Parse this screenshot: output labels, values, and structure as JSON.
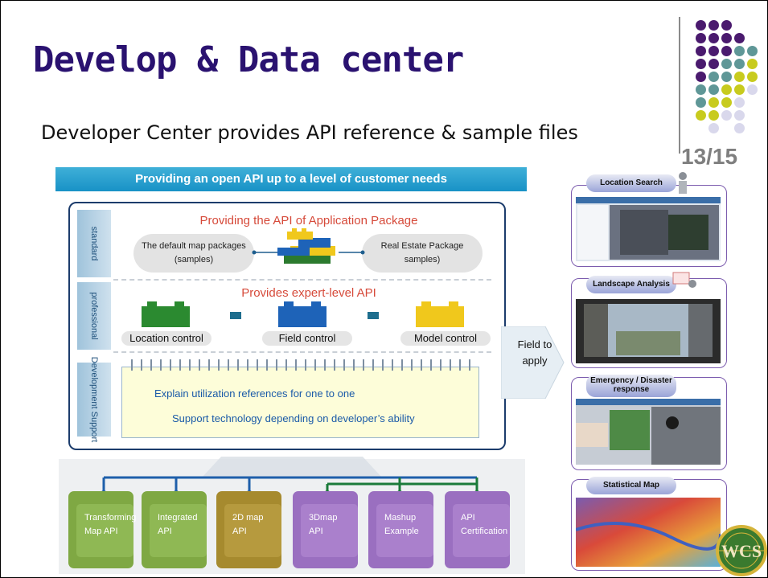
{
  "header": {
    "title": "Develop & Data center",
    "subtitle": "Developer Center provides API reference & sample files",
    "page_number": "13/15"
  },
  "colors": {
    "title": "#2a1270",
    "banner": "#1892c6",
    "dot_purple": "#4a1a6e",
    "dot_teal": "#5f9797",
    "dot_yellow": "#c8cb1e",
    "dot_lavender": "#d9d8ec"
  },
  "diagram": {
    "banner": "Providing an open API  up to a level of customer needs",
    "sections": {
      "standard": {
        "side_label": "standard",
        "title": "Providing the API of Application Package",
        "left_pill": "The default map packages (samples)",
        "right_pill": "Real Estate Package samples)"
      },
      "professional": {
        "side_label": "professional",
        "title": "Provides expert-level API",
        "controls": [
          "Location control",
          "Field control",
          "Model control"
        ]
      },
      "development": {
        "side_label": "Development Support",
        "line1": "Explain utilization references for one to one",
        "line2": "Support technology depending on developer’s ability"
      }
    },
    "field_label": "Field to apply",
    "api_boxes": [
      {
        "label": "Transforming Map API",
        "color": "#7fa843"
      },
      {
        "label": "Integrated API",
        "color": "#7fa843"
      },
      {
        "label": "2D map API",
        "color": "#a68a2e"
      },
      {
        "label": "3Dmap API",
        "color": "#9a6fc0"
      },
      {
        "label": "Mashup Example",
        "color": "#9a6fc0"
      },
      {
        "label": "API Certification",
        "color": "#9a6fc0"
      }
    ],
    "examples": [
      {
        "label": "Location Search"
      },
      {
        "label": "Landscape Analysis"
      },
      {
        "label": "Emergency / Disaster response"
      },
      {
        "label": "Statistical Map"
      }
    ],
    "logo_text": "WCS"
  }
}
